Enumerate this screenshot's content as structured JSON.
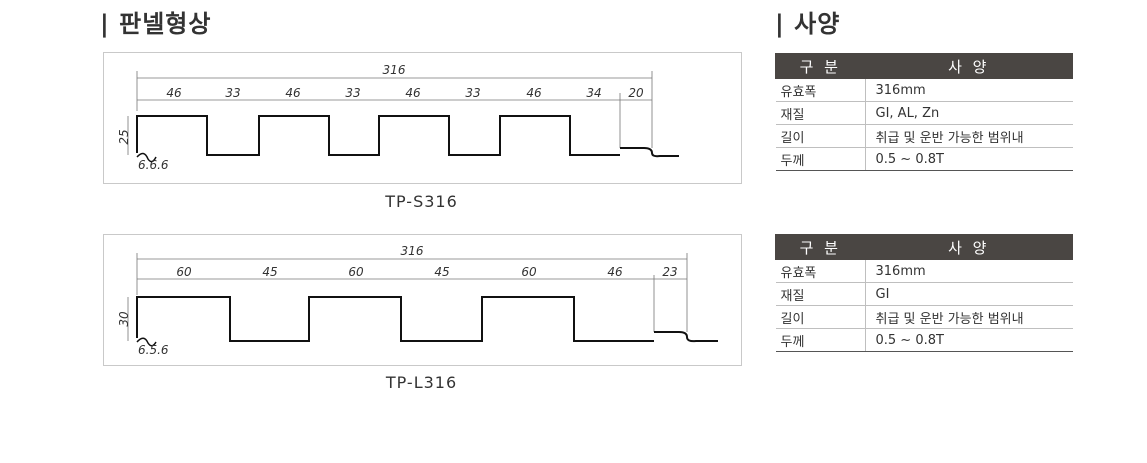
{
  "sections": {
    "panel_shape_title": "| 판넬형상",
    "spec_title": "| 사양"
  },
  "profiles": [
    {
      "caption": "TP-S316",
      "total": "316",
      "height": "25",
      "dims": [
        "46",
        "33",
        "46",
        "33",
        "46",
        "33",
        "46",
        "34",
        "20"
      ],
      "edge": "6.6.6"
    },
    {
      "caption": "TP-L316",
      "total": "316",
      "height": "30",
      "dims": [
        "60",
        "45",
        "60",
        "45",
        "60",
        "46",
        "23"
      ],
      "edge": "6.5.6"
    }
  ],
  "spec_tables": [
    {
      "header": [
        "구 분",
        "사 양"
      ],
      "rows": [
        {
          "key": "유효폭",
          "value": "316mm"
        },
        {
          "key": "재질",
          "value": "GI, AL, Zn"
        },
        {
          "key": "길이",
          "value": "취급 및 운반 가능한 범위내"
        },
        {
          "key": "두께",
          "value": "0.5 ~ 0.8T"
        }
      ]
    },
    {
      "header": [
        "구 분",
        "사 양"
      ],
      "rows": [
        {
          "key": "유효폭",
          "value": "316mm"
        },
        {
          "key": "재질",
          "value": "GI"
        },
        {
          "key": "길이",
          "value": "취급 및 운반 가능한 범위내"
        },
        {
          "key": "두께",
          "value": "0.5 ~ 0.8T"
        }
      ]
    }
  ]
}
